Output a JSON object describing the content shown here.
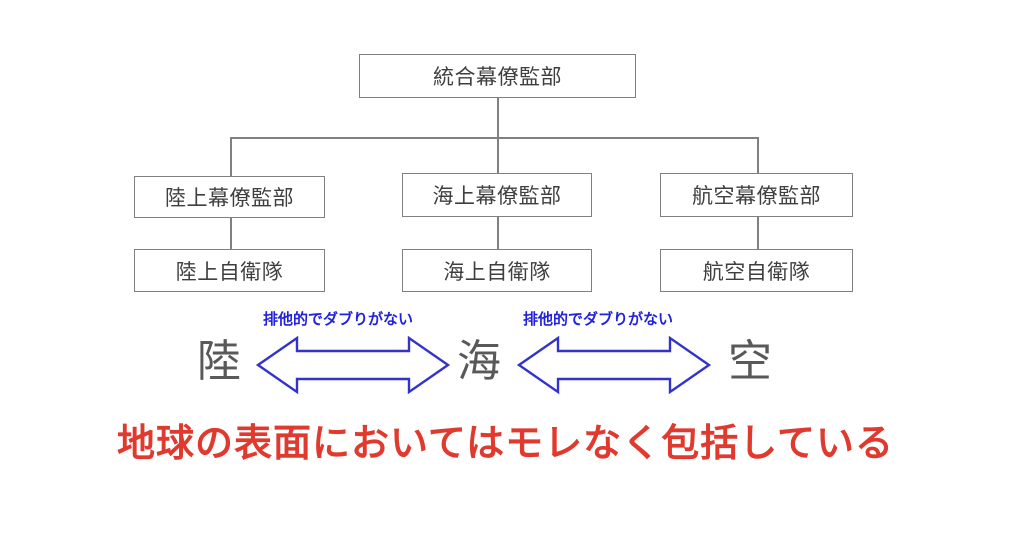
{
  "diagram": {
    "title_node": {
      "label": "統合幕僚監部"
    },
    "staff_offices": [
      {
        "label": "陸上幕僚監部"
      },
      {
        "label": "海上幕僚監部"
      },
      {
        "label": "航空幕僚監部"
      }
    ],
    "forces": [
      {
        "label": "陸上自衛隊"
      },
      {
        "label": "海上自衛隊"
      },
      {
        "label": "航空自衛隊"
      }
    ],
    "annotations": [
      {
        "label": "排他的でダブりがない"
      },
      {
        "label": "排他的でダブりがない"
      }
    ],
    "domain_labels": [
      {
        "label": "陸"
      },
      {
        "label": "海"
      },
      {
        "label": "空"
      }
    ],
    "caption": "地球の表面においてはモレなく包括している",
    "colors": {
      "box_border": "#808080",
      "box_text": "#3f3f3f",
      "annotation_blue": "#2222dd",
      "arrow_blue": "#3333cc",
      "kanji_gray": "#595959",
      "caption_red": "#e03a2f",
      "background": "#ffffff"
    }
  }
}
